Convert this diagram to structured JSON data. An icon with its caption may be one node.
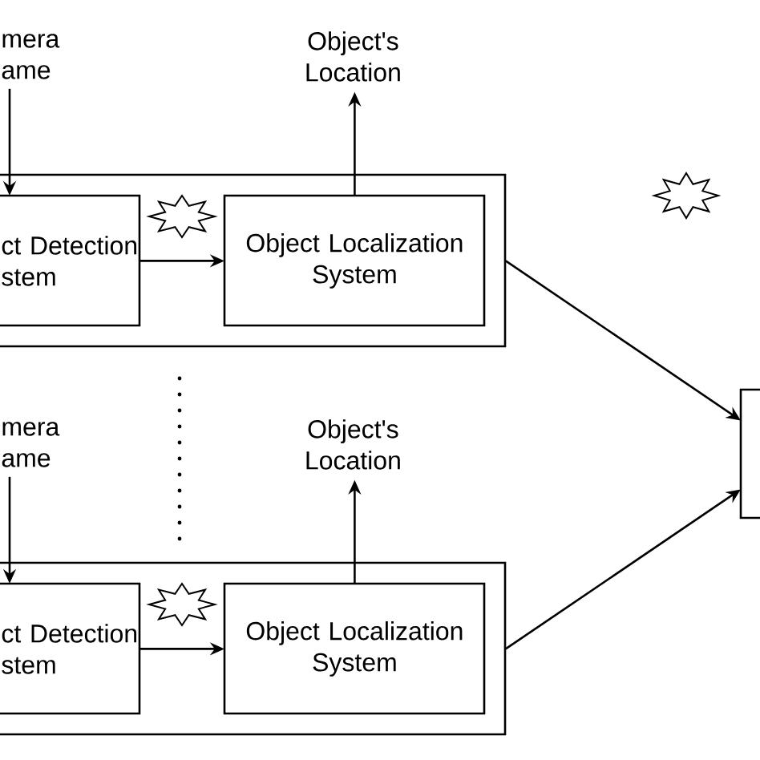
{
  "diagram": {
    "nodes": [
      {
        "text": [
          "mera ame"
        ]
      },
      {
        "text": [],
        "shape": "box"
      },
      {
        "text": [
          "ct Detection stem"
        ],
        "in": 1
      },
      {
        "text": [
          "Object Localization System"
        ],
        "in": 1
      },
      {
        "text": [
          "Object's Location"
        ]
      },
      {
        "text": [
          "mera ame"
        ]
      },
      {
        "text": [],
        "shape": "box"
      },
      {
        "text": [
          "ct Detection stem"
        ],
        "in": 6
      },
      {
        "text": [
          "Object Localization System"
        ],
        "in": 6
      },
      {
        "text": [
          "Object's Location"
        ]
      },
      {
        "text": [],
        "shape": "box"
      }
    ],
    "edges": [
      {
        "from": 0,
        "to": 2,
        "arrow": "to"
      },
      {
        "from": 2,
        "to": 3,
        "arrow": "to"
      },
      {
        "from": 3,
        "to": 4,
        "arrow": "to"
      },
      {
        "from": 5,
        "to": 7,
        "arrow": "to"
      },
      {
        "from": 7,
        "to": 8,
        "arrow": "to"
      },
      {
        "from": 8,
        "to": 9,
        "arrow": "to"
      },
      {
        "from": 1,
        "to": 10,
        "arrow": "to"
      },
      {
        "from": 6,
        "to": 10,
        "arrow": "to"
      }
    ]
  }
}
